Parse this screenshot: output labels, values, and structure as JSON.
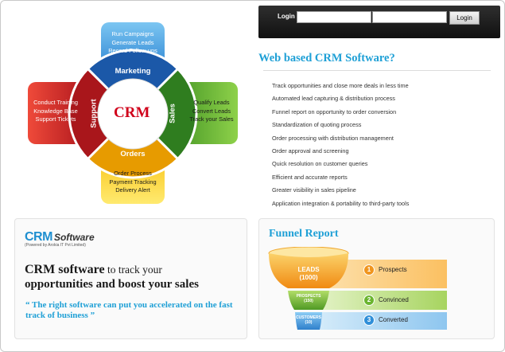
{
  "wheel": {
    "center": "CRM",
    "marketing": {
      "title": "Marketing",
      "items": [
        "Run Campaigns",
        "Generate Leads",
        "Record Follow-ups"
      ]
    },
    "sales": {
      "title": "Sales",
      "items": [
        "Qualify Leads",
        "Convert Leads",
        "Track your Sales"
      ]
    },
    "orders": {
      "title": "Orders",
      "items": [
        "Order Process",
        "Payment Tracking",
        "Delivery Alert"
      ]
    },
    "support": {
      "title": "Support",
      "items": [
        "Conduct Training",
        "Knowledge Base",
        "Support Tickets"
      ]
    },
    "colors": {
      "marketing": "#2f8fd9",
      "sales": "#5bb031",
      "orders": "#f4b400",
      "support": "#d9262b"
    }
  },
  "login": {
    "label": "Login",
    "username_value": "",
    "password_value": "",
    "button": "Login"
  },
  "features": {
    "title": "Web based CRM Software?",
    "items": [
      "Track opportunities and close more deals in less time",
      "Automated lead capturing & distribution process",
      "Funnel report on opportunity to order conversion",
      "Standardization of quoting process",
      "Order processing with distribution management",
      "Order approval and screening",
      "Quick resolution on customer queries",
      "Efficient and accurate reports",
      "Greater visibility in sales pipeline",
      "Application integration & portability to third-party tools"
    ]
  },
  "promo": {
    "logo_crm": "CRM",
    "logo_software": "Software",
    "powered_by": "(Powered by Arokia IT Pvt Limited)",
    "headline_big1": "CRM software",
    "headline_small1": " to track your",
    "headline_line2": "opportunities and boost your sales",
    "quote": "“ The right software can put you accelerated on the fast track of business ”"
  },
  "funnel": {
    "title": "Funnel Report",
    "leads_label": "LEADS",
    "leads_count": "(1000)",
    "prospects_label": "PROSPECTS",
    "prospects_count": "(150)",
    "customers_label": "CUSTOMERS",
    "customers_count": "(10)",
    "stages": [
      {
        "num": "1",
        "label": "Prospects",
        "color": "#f0951e"
      },
      {
        "num": "2",
        "label": "Convinced",
        "color": "#6bb52f"
      },
      {
        "num": "3",
        "label": "Converted",
        "color": "#2f8fd9"
      }
    ]
  }
}
